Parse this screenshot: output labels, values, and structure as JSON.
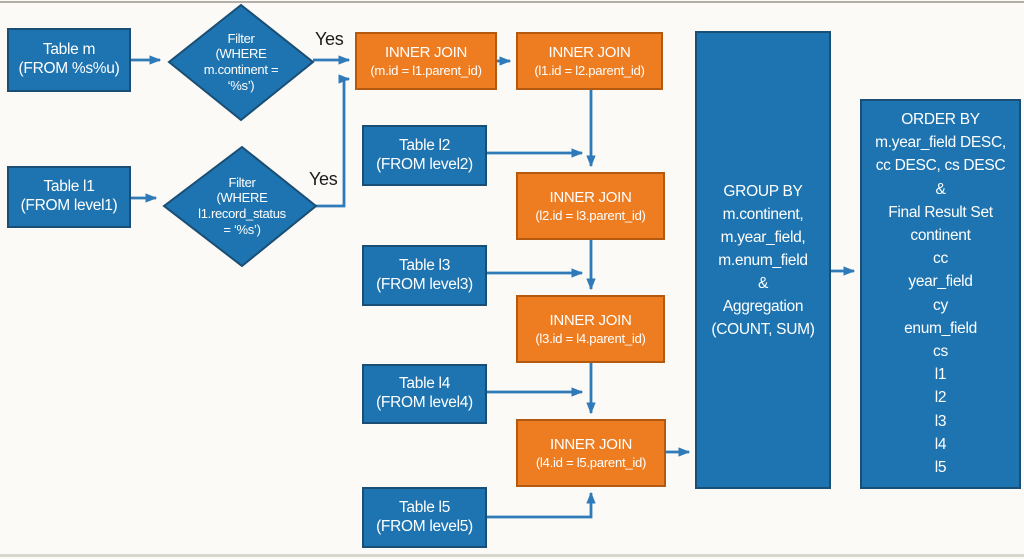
{
  "colors": {
    "bg": "#fbfaf6",
    "node_blue": "#1d74b0",
    "node_blue_border": "#1a4e74",
    "node_orange": "#ee7c21",
    "node_orange_border": "#b35a10",
    "arrow": "#2f7ab8",
    "text_light": "#ffffff",
    "text_dark": "#1c1c1c",
    "rule_top": "#b3afa7",
    "rule_bottom": "#d9d6ce"
  },
  "labels": {
    "yes_top": "Yes",
    "yes_bottom": "Yes"
  },
  "nodes": {
    "table_m": [
      "Table m",
      "(FROM %s%u)"
    ],
    "filter_m": [
      "Filter",
      "(WHERE",
      "m.continent =",
      "‘%s’)"
    ],
    "table_l1": [
      "Table l1",
      "(FROM level1)"
    ],
    "filter_l1": [
      "Filter",
      "(WHERE",
      "l1.record_status",
      "= ‘%s’)"
    ],
    "join_m_l1": [
      "INNER JOIN",
      "(m.id = l1.parent_id)"
    ],
    "join_l1_l2": [
      "INNER JOIN",
      "(l1.id = l2.parent_id)"
    ],
    "table_l2": [
      "Table l2",
      "(FROM level2)"
    ],
    "join_l2_l3": [
      "INNER JOIN",
      "(l2.id = l3.parent_id)"
    ],
    "table_l3": [
      "Table l3",
      "(FROM level3)"
    ],
    "join_l3_l4": [
      "INNER JOIN",
      "(l3.id = l4.parent_id)"
    ],
    "table_l4": [
      "Table l4",
      "(FROM level4)"
    ],
    "join_l4_l5": [
      "INNER JOIN",
      "(l4.id = l5.parent_id)"
    ],
    "table_l5": [
      "Table l5",
      "(FROM level5)"
    ],
    "group_by": [
      "GROUP BY",
      "m.continent,",
      "m.year_field,",
      "m.enum_field",
      "&",
      "Aggregation",
      "(COUNT, SUM)"
    ],
    "order_by": [
      "ORDER BY",
      "m.year_field DESC,",
      "cc DESC, cs DESC",
      "&",
      "Final Result Set",
      "continent",
      "cc",
      "year_field",
      "cy",
      "enum_field",
      "cs",
      "l1",
      "l2",
      "l3",
      "l4",
      "l5"
    ]
  }
}
